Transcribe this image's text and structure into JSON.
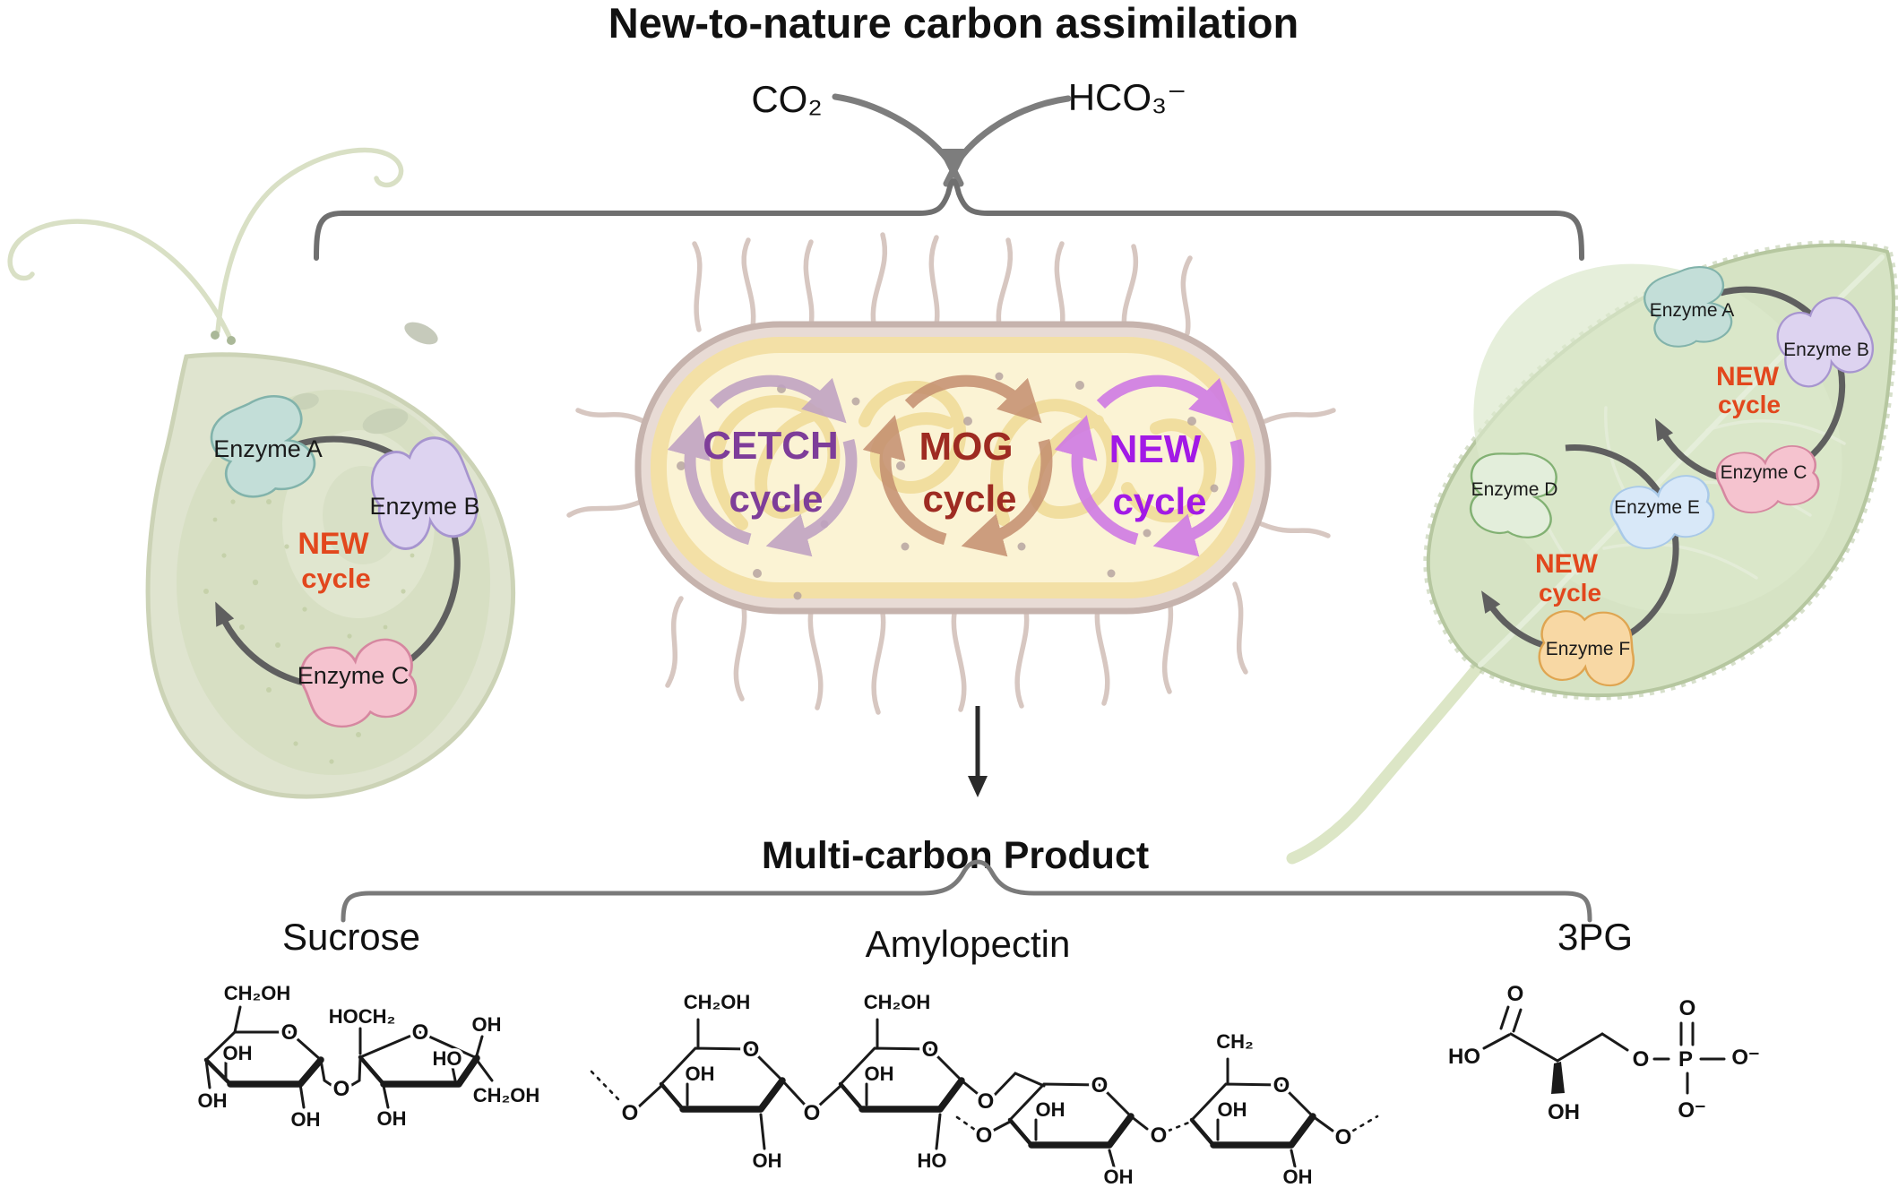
{
  "title": "New-to-nature carbon assimilation",
  "inputs": {
    "co2": "CO₂",
    "hco3": "HCO₃⁻"
  },
  "colors": {
    "new_cycle_red": "#e2471d",
    "cetch_purple": "#7e3d99",
    "mog_maroon": "#9e2b22",
    "new_violet": "#a21ae6",
    "cycle_arrow_gray": "#5f5f5f",
    "bracket_gray": "#6f6f6f",
    "algae_body": "#dfe4cf",
    "leaf_green": "#d6e3c4",
    "bacterium_inner": "#fbf3d4",
    "enzyme_teal": "#c3ded8",
    "enzyme_lavender": "#ddd3f0",
    "enzyme_pink": "#f5c3cf",
    "enzyme_palegreen": "#e3eedb",
    "enzyme_paleblue": "#d8e8f8",
    "enzyme_orange": "#f8d8a4"
  },
  "algae_cell": {
    "cycle_label": [
      "NEW",
      "cycle"
    ],
    "enzyme_a": "Enzyme A",
    "enzyme_b": "Enzyme B",
    "enzyme_c": "Enzyme C"
  },
  "bacterium": {
    "cetch": [
      "CETCH",
      "cycle"
    ],
    "mog": [
      "MOG",
      "cycle"
    ],
    "new": [
      "NEW",
      "cycle"
    ]
  },
  "leaf": {
    "upper_cycle": {
      "label": [
        "NEW",
        "cycle"
      ],
      "enzyme_a": "Enzyme A",
      "enzyme_b": "Enzyme B",
      "enzyme_c": "Enzyme C"
    },
    "lower_cycle": {
      "label": [
        "NEW",
        "cycle"
      ],
      "enzyme_d": "Enzyme D",
      "enzyme_e": "Enzyme E",
      "enzyme_f": "Enzyme F"
    }
  },
  "product": {
    "heading": "Multi-carbon Product",
    "sucrose": "Sucrose",
    "amylopectin": "Amylopectin",
    "threepg": "3PG"
  },
  "sucrose_mol": {
    "ch2oh_1": "CH₂OH",
    "o_ring1": "O",
    "oh_inner": "OH",
    "oh_left": "OH",
    "oh_bottom1": "OH",
    "o_glyc": "O",
    "hoch2": "HOCH₂",
    "o_ring2": "O",
    "ho": "HO",
    "oh_top": "OH",
    "ch2oh_2": "CH₂OH",
    "oh_bottom2": "OH"
  },
  "amylopectin_mol": {
    "o_left": "O",
    "r1_ch2oh": "CH₂OH",
    "r1_oh": "OH",
    "r1_o": "O",
    "r1_oh_b": "OH",
    "o_12": "O",
    "r2_ch2oh": "CH₂OH",
    "r2_oh": "OH",
    "r2_o": "O",
    "r2_ho": "HO",
    "o_br_up": "O",
    "o_br_dn": "O",
    "r3_oh": "OH",
    "r3_o": "O",
    "r3_oh_b": "OH",
    "o_34": "O",
    "r4_ch2": "CH₂",
    "r4_oh": "OH",
    "r4_o": "O",
    "r4_oh_b": "OH",
    "o_right": "O"
  },
  "threepg_mol": {
    "o_carbonyl": "O",
    "ho": "HO",
    "oh": "OH",
    "o_ester": "O",
    "p": "P",
    "o_top": "O",
    "o_right": "O⁻",
    "o_bottom": "O⁻"
  }
}
